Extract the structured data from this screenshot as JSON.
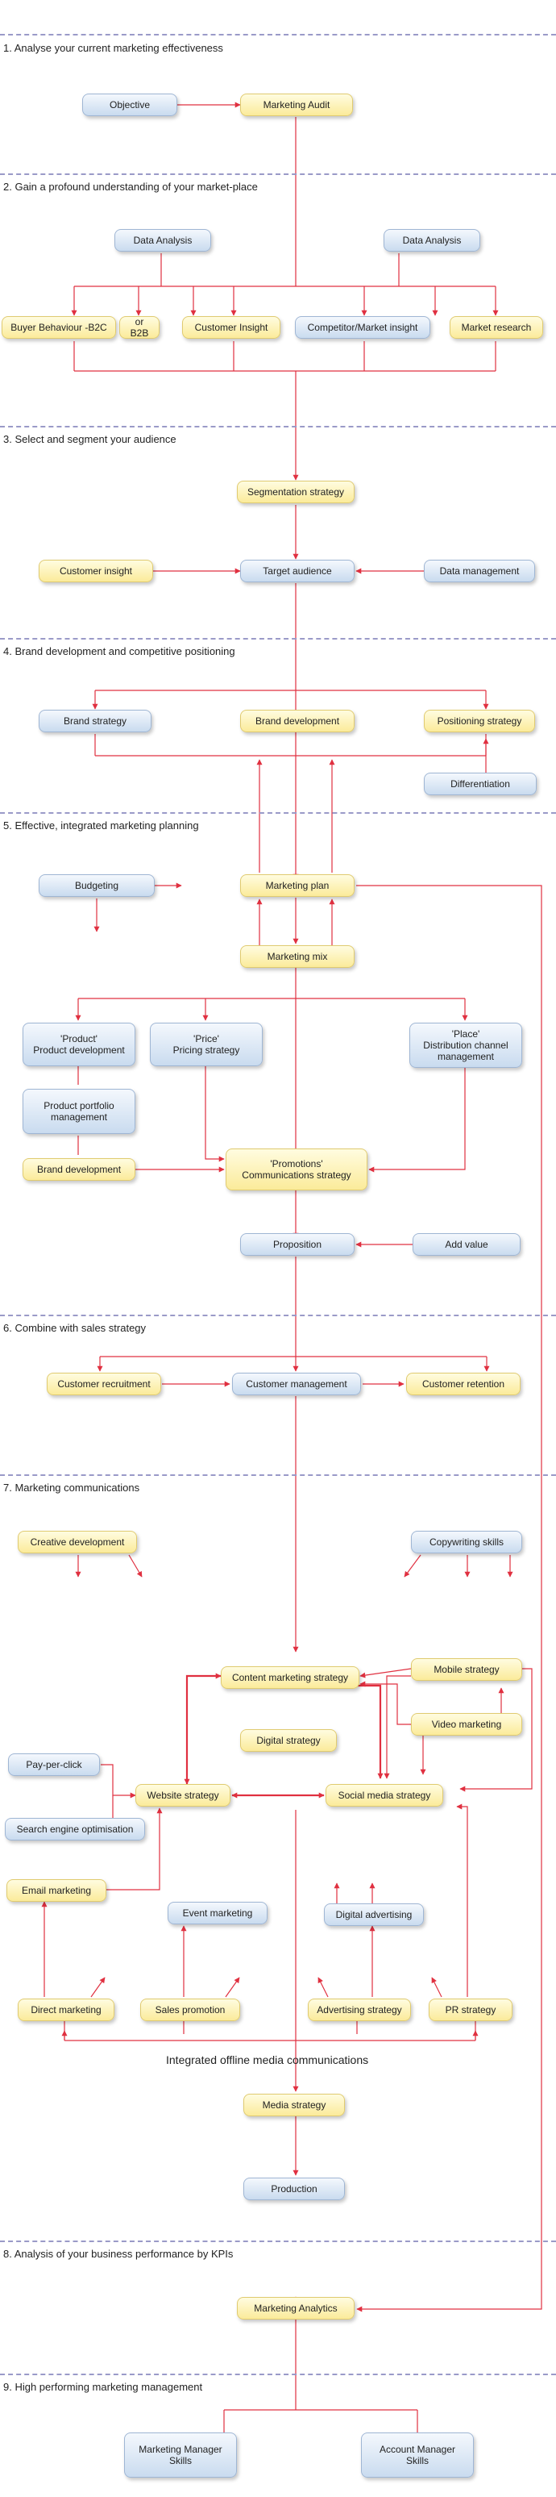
{
  "sections": [
    {
      "label": "1. Analyse your current marketing effectiveness"
    },
    {
      "label": "2. Gain a profound understanding of your market-place"
    },
    {
      "label": "3. Select and segment your audience"
    },
    {
      "label": "4. Brand development and competitive positioning"
    },
    {
      "label": "5. Effective, integrated marketing planning"
    },
    {
      "label": "6. Combine with sales strategy"
    },
    {
      "label": "7. Marketing communications"
    },
    {
      "label": "8. Analysis of your business performance by KPIs"
    },
    {
      "label": "9. High performing marketing management"
    }
  ],
  "nodes": {
    "objective": "Objective",
    "marketing_audit": "Marketing Audit",
    "data_analysis_left": "Data Analysis",
    "data_analysis_right": "Data Analysis",
    "buyer_behaviour": "Buyer Behaviour -B2C",
    "or_b2b": "or B2B",
    "customer_insight_top": "Customer Insight",
    "competitor_insight": "Competitor/Market insight",
    "market_research": "Market research",
    "segmentation_strategy": "Segmentation strategy",
    "customer_insight": "Customer insight",
    "target_audience": "Target audience",
    "data_management": "Data management",
    "brand_strategy": "Brand strategy",
    "brand_development_top": "Brand development",
    "positioning_strategy": "Positioning strategy",
    "differentiation": "Differentiation",
    "budgeting": "Budgeting",
    "marketing_plan": "Marketing plan",
    "marketing_mix": "Marketing mix",
    "product_line1": "'Product'",
    "product_line2": "Product development",
    "price_line1": "'Price'",
    "price_line2": "Pricing strategy",
    "place_line1": "'Place'",
    "place_line2": "Distribution channel",
    "place_line3": "management",
    "portfolio_line1": "Product portfolio",
    "portfolio_line2": "management",
    "brand_development": "Brand development",
    "promotions_line1": "'Promotions'",
    "promotions_line2": "Communications strategy",
    "proposition": "Proposition",
    "add_value": "Add value",
    "customer_recruitment": "Customer recruitment",
    "customer_management": "Customer management",
    "customer_retention": "Customer retention",
    "creative_development": "Creative development",
    "copywriting_skills": "Copywriting skills",
    "content_marketing": "Content marketing strategy",
    "mobile_strategy": "Mobile strategy",
    "digital_strategy": "Digital strategy",
    "video_marketing": "Video marketing",
    "pay_per_click": "Pay-per-click",
    "website_strategy": "Website strategy",
    "social_media_strategy": "Social media strategy",
    "seo": "Search engine optimisation",
    "email_marketing": "Email marketing",
    "event_marketing": "Event marketing",
    "digital_advertising": "Digital advertising",
    "direct_marketing": "Direct marketing",
    "sales_promotion": "Sales promotion",
    "advertising_strategy": "Advertising strategy",
    "pr_strategy": "PR strategy",
    "integrated_offline": "Integrated offline media communications",
    "media_strategy": "Media strategy",
    "production": "Production",
    "marketing_analytics": "Marketing Analytics",
    "mm_line1": "Marketing Manager",
    "mm_line2": "Skills",
    "am_line1": "Account Manager",
    "am_line2": "Skills"
  },
  "colors": {
    "connector": "#e03040",
    "divider": "#9a9ac8",
    "yellow_node": "#fbeb9a",
    "blue_node": "#c9dbef"
  }
}
